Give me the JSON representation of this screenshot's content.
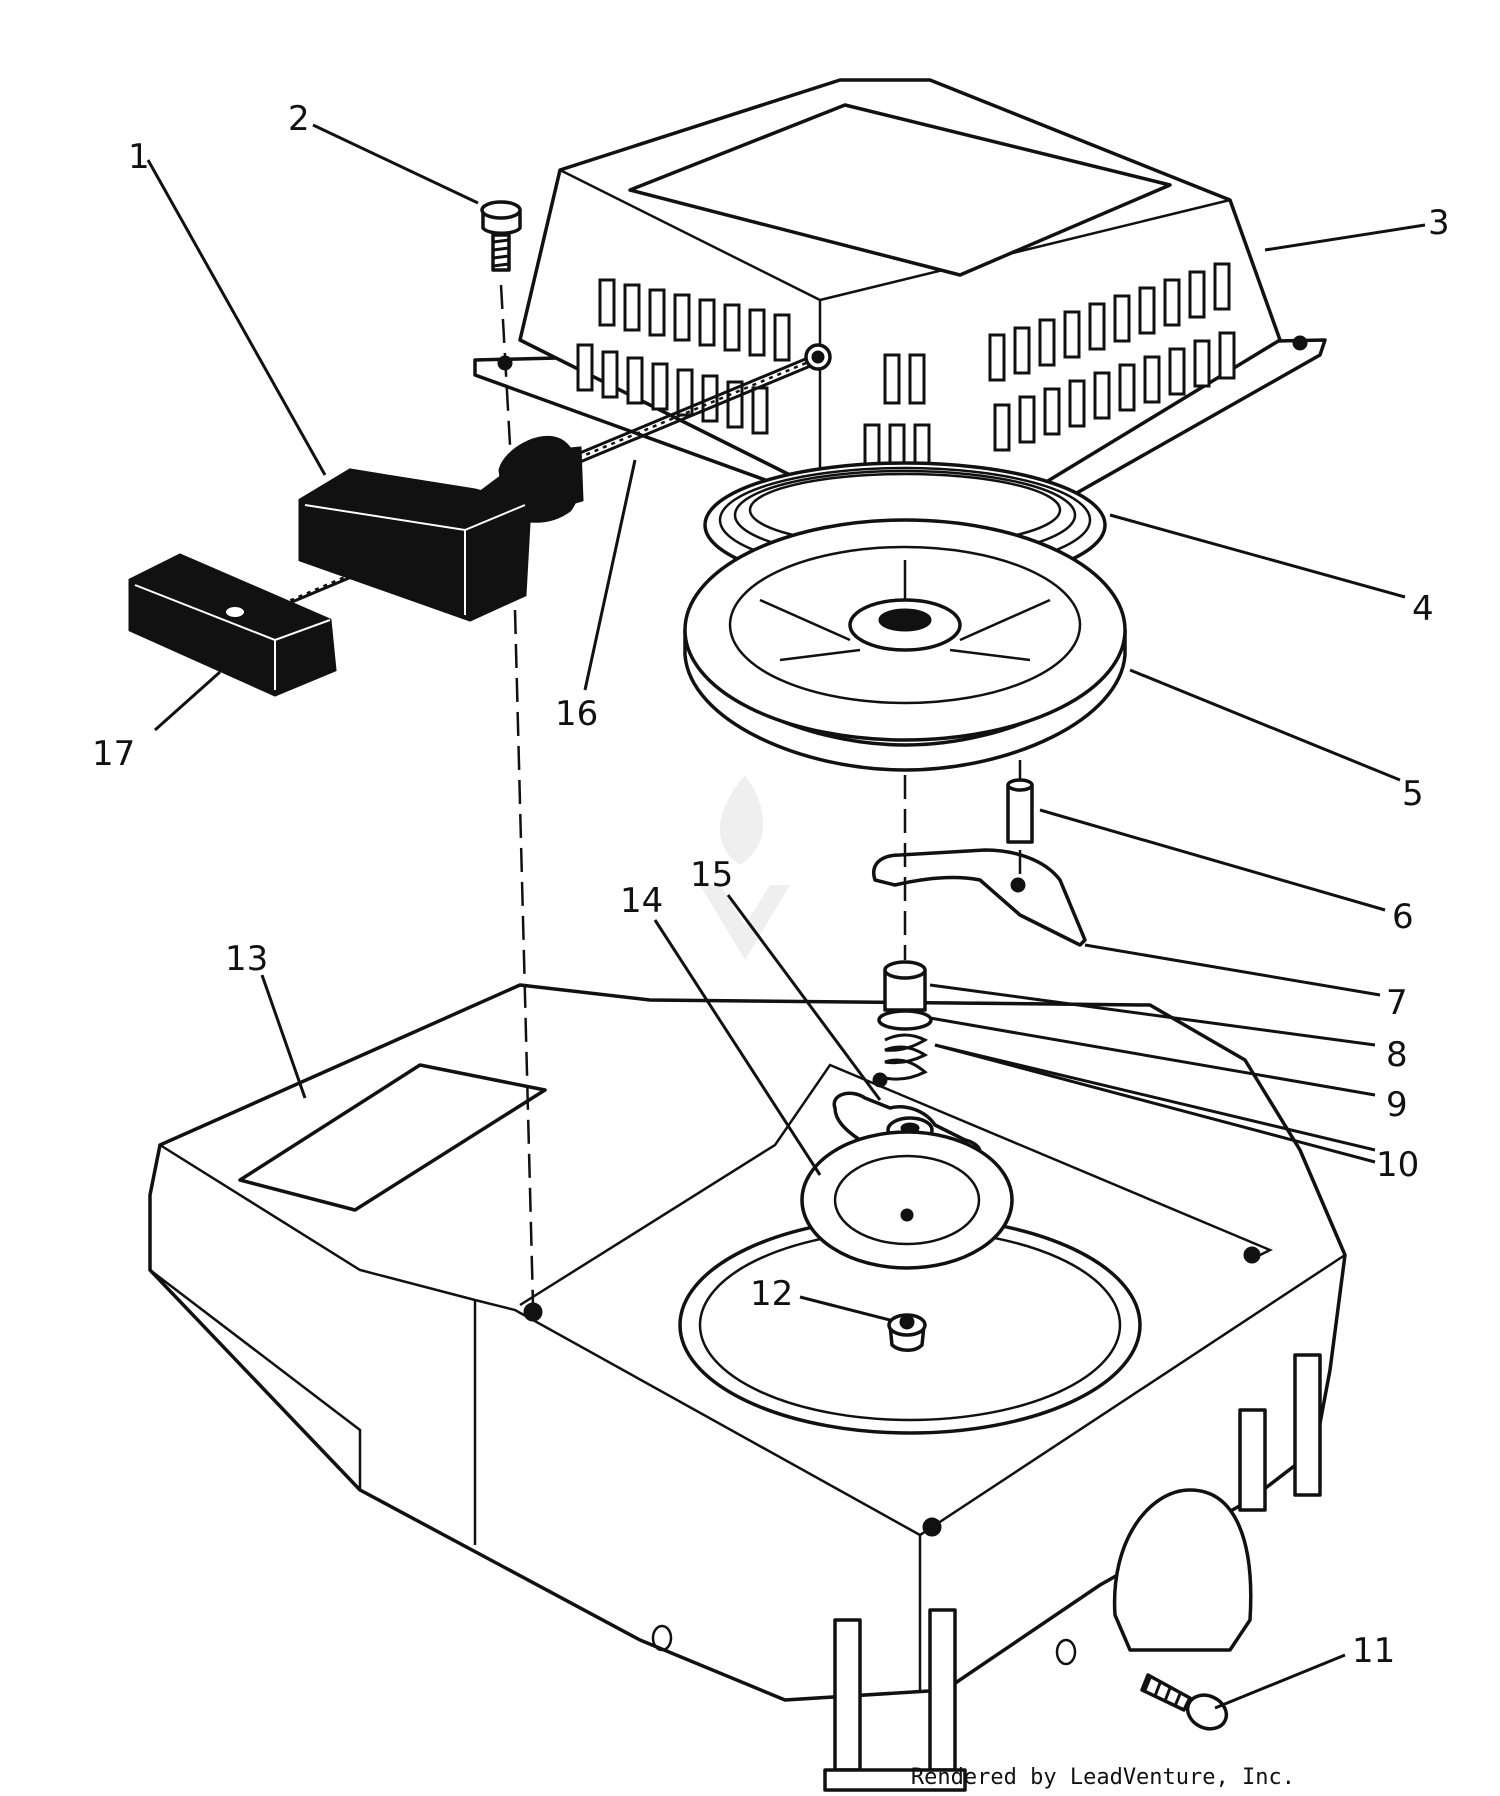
{
  "diagram": {
    "callouts": [
      {
        "id": "callout-1",
        "text": "1"
      },
      {
        "id": "callout-2",
        "text": "2"
      },
      {
        "id": "callout-3",
        "text": "3"
      },
      {
        "id": "callout-4",
        "text": "4"
      },
      {
        "id": "callout-5",
        "text": "5"
      },
      {
        "id": "callout-6",
        "text": "6"
      },
      {
        "id": "callout-7",
        "text": "7"
      },
      {
        "id": "callout-8",
        "text": "8"
      },
      {
        "id": "callout-9",
        "text": "9"
      },
      {
        "id": "callout-10",
        "text": "10"
      },
      {
        "id": "callout-11",
        "text": "11"
      },
      {
        "id": "callout-12",
        "text": "12"
      },
      {
        "id": "callout-13",
        "text": "13"
      },
      {
        "id": "callout-14",
        "text": "14"
      },
      {
        "id": "callout-15",
        "text": "15"
      },
      {
        "id": "callout-16",
        "text": "16"
      },
      {
        "id": "callout-17",
        "text": "17"
      }
    ],
    "watermark": "LEADVENTURE"
  },
  "footer": {
    "credit": "Rendered by LeadVenture, Inc."
  }
}
